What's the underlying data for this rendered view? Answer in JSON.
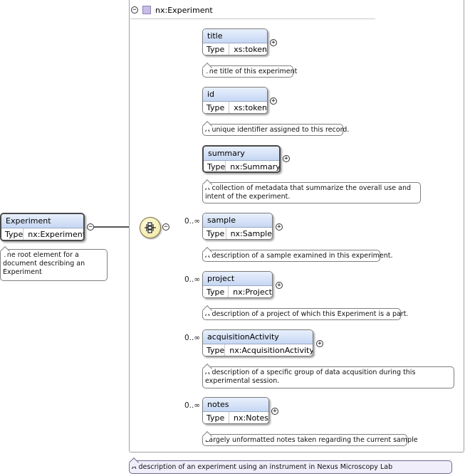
{
  "root": {
    "name": "Experiment",
    "type_label": "Type",
    "type": "nx:Experiment",
    "description": "The root element for a document describing an Experiment"
  },
  "container": {
    "type_name": "nx:Experiment",
    "description": "A description of an experiment using an instrument in Nexus Microscopy Lab"
  },
  "children": [
    {
      "name": "title",
      "type_label": "Type",
      "type": "xs:token",
      "occurrence": "",
      "description": "The title of this experiment"
    },
    {
      "name": "id",
      "type_label": "Type",
      "type": "xs:token",
      "occurrence": "",
      "description": "A unique identifier assigned to this record."
    },
    {
      "name": "summary",
      "type_label": "Type",
      "type": "nx:Summary",
      "occurrence": "",
      "description": "A collection of metadata that summarize the overall use and intent of the experiment."
    },
    {
      "name": "sample",
      "type_label": "Type",
      "type": "nx:Sample",
      "occurrence": "0..∞",
      "description": "A description of a sample examined in this experiment."
    },
    {
      "name": "project",
      "type_label": "Type",
      "type": "nx:Project",
      "occurrence": "0..∞",
      "description": "A description of a project of which this Experiment is a part."
    },
    {
      "name": "acquisitionActivity",
      "type_label": "Type",
      "type": "nx:AcquisitionActivity",
      "occurrence": "0..∞",
      "description": "A description of a specific group of data acqusition during this experimental session."
    },
    {
      "name": "notes",
      "type_label": "Type",
      "type": "nx:Notes",
      "occurrence": "0..∞",
      "description": "Largely unformatted notes taken regarding the current sample"
    }
  ],
  "toggles": {
    "expanded": "−",
    "collapsed": "+"
  },
  "colors": {
    "element_header": "#c6d7f3",
    "type_swatch": "#c8bde6",
    "sequence_compositor": "#fbf4c0"
  }
}
